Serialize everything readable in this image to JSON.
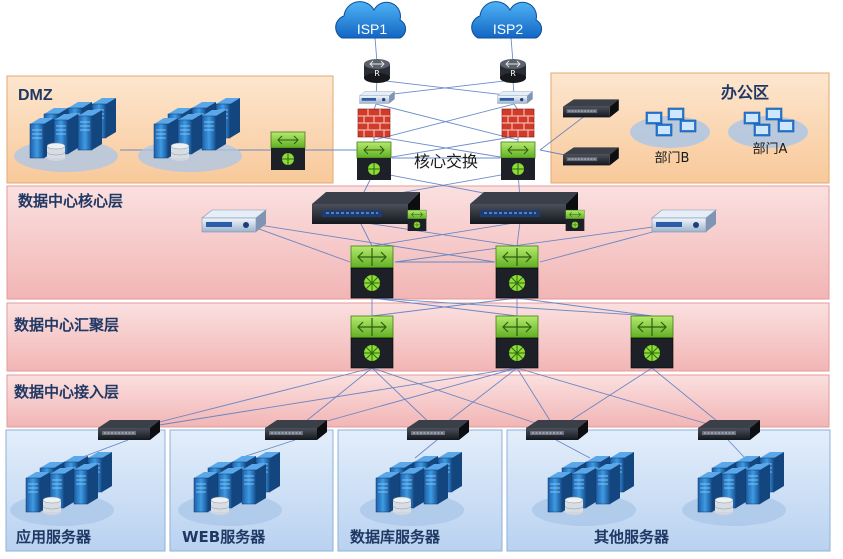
{
  "isp": [
    "ISP1",
    "ISP2"
  ],
  "router_glyph": "R",
  "zones": {
    "dmz": "DMZ",
    "office": "办公区",
    "core_switch": "核心交换",
    "dc_core": "数据中心核心层",
    "dc_agg": "数据中心汇聚层",
    "dc_access": "数据中心接入层"
  },
  "departments": [
    "部门B",
    "部门A"
  ],
  "server_groups": [
    "应用服务器",
    "WEB服务器",
    "数据库服务器",
    "其他服务器"
  ],
  "colors": {
    "zone_orange": "#fbd9b8",
    "zone_pink": "#f6cbcb",
    "zone_blue": "#cfe0f5",
    "switch_green": "#7ccb3a",
    "cloud_blue": "#1e88d8",
    "firewall_red": "#d23a2a",
    "link_blue": "#5b7fc4"
  },
  "icons": [
    "cloud-icon",
    "router-icon",
    "firewall-icon",
    "switch-icon",
    "appliance-icon",
    "server-cluster-icon",
    "computer-group-icon"
  ]
}
